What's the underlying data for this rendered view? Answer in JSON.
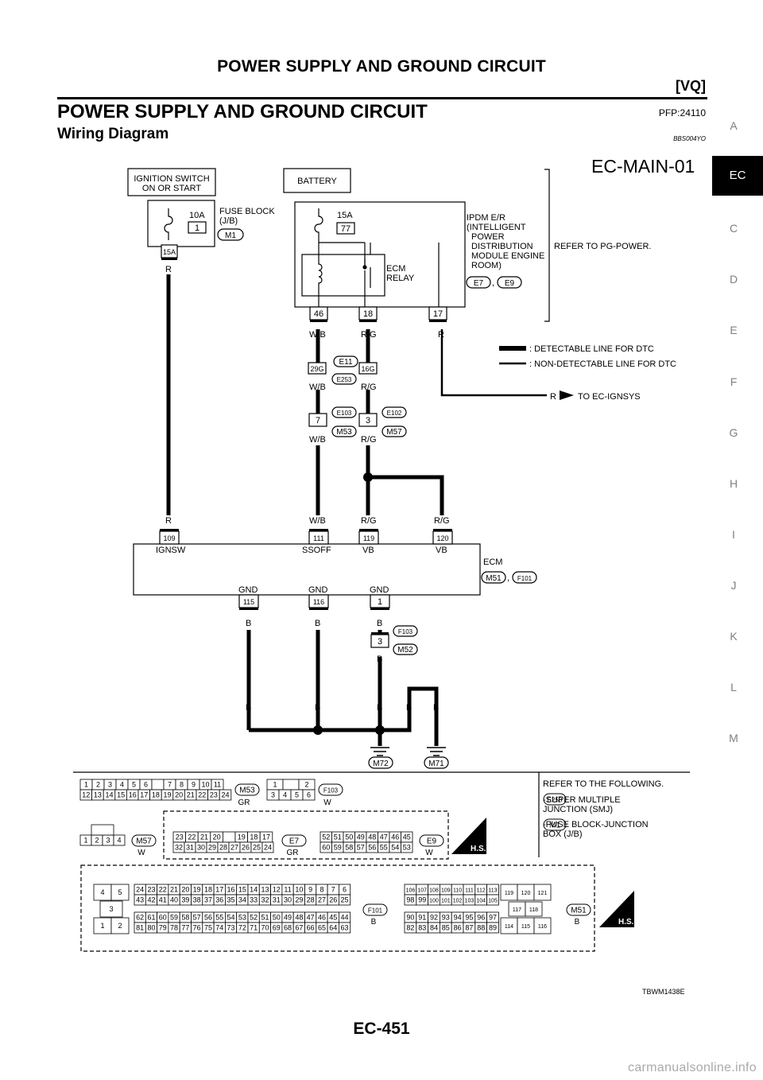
{
  "header": {
    "title": "POWER SUPPLY AND GROUND CIRCUIT",
    "subtitle": "[VQ]"
  },
  "section": {
    "title": "POWER SUPPLY AND GROUND CIRCUIT",
    "pfp": "PFP:24110"
  },
  "subsection": {
    "title": "Wiring Diagram",
    "code": "BBS004YO"
  },
  "side_index": {
    "letters": [
      "A",
      "C",
      "D",
      "E",
      "F",
      "G",
      "H",
      "I",
      "J",
      "K",
      "L",
      "M"
    ],
    "active": "EC"
  },
  "diagram": {
    "id": "EC-MAIN-01",
    "ignition_switch": "IGNITION SWITCH\nON OR START",
    "battery": "BATTERY",
    "fuse_block": {
      "amps": "10A",
      "num": "1",
      "label": "FUSE BLOCK\n(J/B)",
      "connector": "M1",
      "terminal": "15A"
    },
    "ipdm": {
      "amps": "15A",
      "num": "77",
      "relay": "ECM\nRELAY",
      "label": "IPDM E/R\n(INTELLIGENT\nPOWER\nDISTRIBUTION\nMODULE ENGINE\nROOM)",
      "connectors": [
        "E7",
        "E9"
      ],
      "terminals": [
        "46",
        "18",
        "17"
      ]
    },
    "refer_pg": "REFER TO PG-POWER.",
    "legend": {
      "detectable": ": DETECTABLE LINE FOR DTC",
      "non_detectable": ": NON-DETECTABLE LINE FOR DTC"
    },
    "to_ignsys": "TO EC-IGNSYS",
    "joint1": {
      "pins": [
        "29G",
        "16G"
      ],
      "connectors": [
        "E11",
        "E253"
      ]
    },
    "joint2": {
      "pins": [
        "7",
        "3"
      ],
      "connectors": [
        "E103",
        "M53",
        "E102",
        "M57"
      ]
    },
    "wire_colors": {
      "r": "R",
      "wb": "W/B",
      "rg": "R/G",
      "b": "B"
    },
    "ecm": {
      "label": "ECM",
      "connectors": [
        "M51",
        "F101"
      ],
      "top_pins": [
        "109",
        "111",
        "119",
        "120"
      ],
      "top_names": [
        "IGNSW",
        "SSOFF",
        "VB",
        "VB"
      ],
      "bottom_names": [
        "GND",
        "GND",
        "GND"
      ],
      "bottom_pins": [
        "115",
        "116",
        "1"
      ]
    },
    "ground_joint": {
      "pin": "3",
      "connectors": [
        "F103",
        "M52"
      ]
    },
    "grounds": [
      "M72",
      "M71"
    ]
  },
  "connector_views": {
    "m53": {
      "row1": [
        "1",
        "2",
        "3",
        "4",
        "5",
        "6",
        "",
        "7",
        "8",
        "9",
        "10",
        "11"
      ],
      "row2": [
        "12",
        "13",
        "14",
        "15",
        "16",
        "17",
        "18",
        "19",
        "20",
        "21",
        "22",
        "23",
        "24"
      ],
      "code": "M53",
      "color": "GR"
    },
    "f103": {
      "row1": [
        "1",
        "",
        "2"
      ],
      "row2": [
        "3",
        "4",
        "5",
        "6"
      ],
      "code": "F103",
      "color": "W"
    },
    "m57": {
      "row": [
        "1",
        "2",
        "3",
        "4"
      ],
      "code": "M57",
      "color": "W"
    },
    "e7": {
      "row1": [
        "23",
        "22",
        "21",
        "20",
        "",
        "19",
        "18",
        "17"
      ],
      "row2": [
        "32",
        "31",
        "30",
        "29",
        "28",
        "27",
        "26",
        "25",
        "24"
      ],
      "code": "E7",
      "color": "GR"
    },
    "e9": {
      "row1": [
        "52",
        "51",
        "50",
        "49",
        "48",
        "47",
        "46",
        "45"
      ],
      "row2": [
        "60",
        "59",
        "58",
        "57",
        "56",
        "55",
        "54",
        "53"
      ],
      "code": "E9",
      "color": "W"
    },
    "f101": {
      "left": [
        "4",
        "5",
        "3",
        "1",
        "2"
      ],
      "r1": [
        "24",
        "23",
        "22",
        "21",
        "20",
        "19",
        "18",
        "17",
        "16",
        "15",
        "14",
        "13",
        "12",
        "11",
        "10",
        "9",
        "8",
        "7",
        "6"
      ],
      "r2": [
        "43",
        "42",
        "41",
        "40",
        "39",
        "38",
        "37",
        "36",
        "35",
        "34",
        "33",
        "32",
        "31",
        "30",
        "29",
        "28",
        "27",
        "26",
        "25"
      ],
      "r3": [
        "62",
        "61",
        "60",
        "59",
        "58",
        "57",
        "56",
        "55",
        "54",
        "53",
        "52",
        "51",
        "50",
        "49",
        "48",
        "47",
        "46",
        "45",
        "44"
      ],
      "r4": [
        "81",
        "80",
        "79",
        "78",
        "77",
        "76",
        "75",
        "74",
        "73",
        "72",
        "71",
        "70",
        "69",
        "68",
        "67",
        "66",
        "65",
        "64",
        "63"
      ],
      "code": "F101",
      "color": "B"
    },
    "m51": {
      "r1": [
        "106",
        "107",
        "108",
        "109",
        "110",
        "111",
        "112",
        "113"
      ],
      "r2": [
        "98",
        "99",
        "100",
        "101",
        "102",
        "103",
        "104",
        "105"
      ],
      "r3": [
        "90",
        "91",
        "92",
        "93",
        "94",
        "95",
        "96",
        "97"
      ],
      "r4": [
        "82",
        "83",
        "84",
        "85",
        "86",
        "87",
        "88",
        "89"
      ],
      "right": [
        "119",
        "120",
        "121",
        "117",
        "118",
        "114",
        "115",
        "116"
      ],
      "code": "M51",
      "color": "B"
    },
    "hs": "H.S.",
    "refer": {
      "title": "REFER TO THE FOLLOWING.",
      "e253_code": "E253",
      "e253_text": "-SUPER MULTIPLE\nJUNCTION (SMJ)",
      "m1_code": "M1",
      "m1_text": "-FUSE BLOCK-JUNCTION\nBOX (J/B)"
    }
  },
  "diagram_code": "TBWM1438E",
  "footer": {
    "page": "EC-451"
  },
  "watermark": "carmanualsonline.info"
}
